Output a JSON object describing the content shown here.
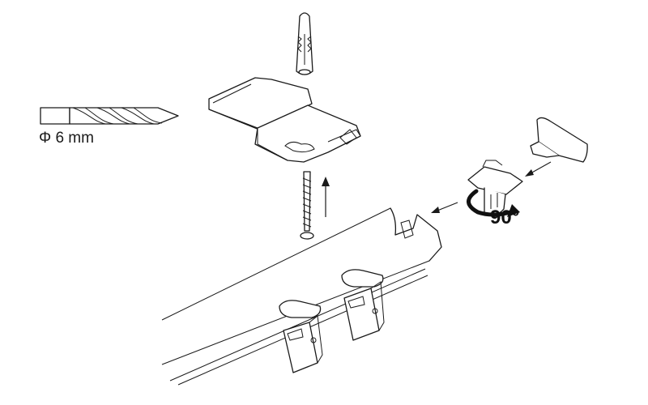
{
  "diagram": {
    "type": "assembly-instructions",
    "subject": "ceiling curtain track installation",
    "labels": {
      "drill_diameter": "Φ 6 mm",
      "rotation_angle": "90°"
    },
    "parts": [
      {
        "id": "drill-bit",
        "description": "drill bit"
      },
      {
        "id": "wall-plug",
        "description": "wall plug / dowel"
      },
      {
        "id": "mounting-bracket",
        "description": "ceiling mounting bracket"
      },
      {
        "id": "screw",
        "description": "wood screw"
      },
      {
        "id": "end-cap",
        "description": "track end cap"
      },
      {
        "id": "rotating-clip",
        "description": "rotating bracket clip"
      },
      {
        "id": "curtain-track",
        "description": "curtain rail profile"
      },
      {
        "id": "curtain-glider-1",
        "description": "glider with clip"
      },
      {
        "id": "curtain-glider-2",
        "description": "glider with clip"
      }
    ],
    "arrows": [
      {
        "id": "screw-up-arrow",
        "direction": "up"
      },
      {
        "id": "end-cap-arrow",
        "direction": "down-left"
      },
      {
        "id": "clip-to-track-arrow",
        "direction": "down-left"
      },
      {
        "id": "rotate-arrow",
        "direction": "clockwise"
      }
    ],
    "colors": {
      "line": "#1a1a1a",
      "background": "#ffffff"
    }
  }
}
